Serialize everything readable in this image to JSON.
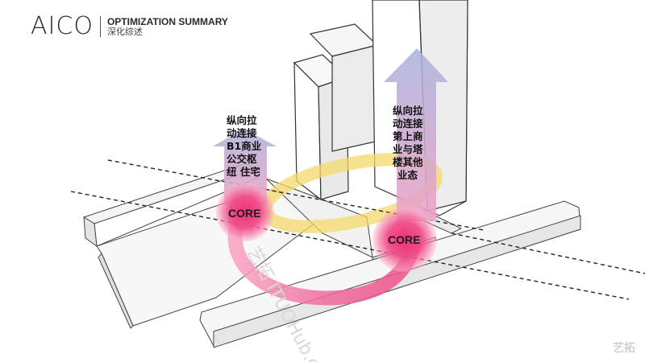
{
  "header": {
    "logo": "AICO",
    "title": "OPTIMIZATION SUMMARY",
    "subtitle": "深化综述"
  },
  "diagram": {
    "left_arrow_label": [
      "纵向拉",
      "动连接",
      "B1商业",
      "公交枢",
      "纽 住宅"
    ],
    "right_arrow_label": [
      "纵向拉",
      "动连接",
      "第上商",
      "业与塔",
      "楼其他",
      "业态"
    ],
    "core_left": "CORE",
    "core_right": "CORE"
  },
  "watermark": "艺拓 ITUOHub.c",
  "corner_mark": "艺拓",
  "colors": {
    "accent_pink": "#ee3d82",
    "loop_yellow": "#f3d86a",
    "arrow_lavender": "#aab0d8"
  }
}
